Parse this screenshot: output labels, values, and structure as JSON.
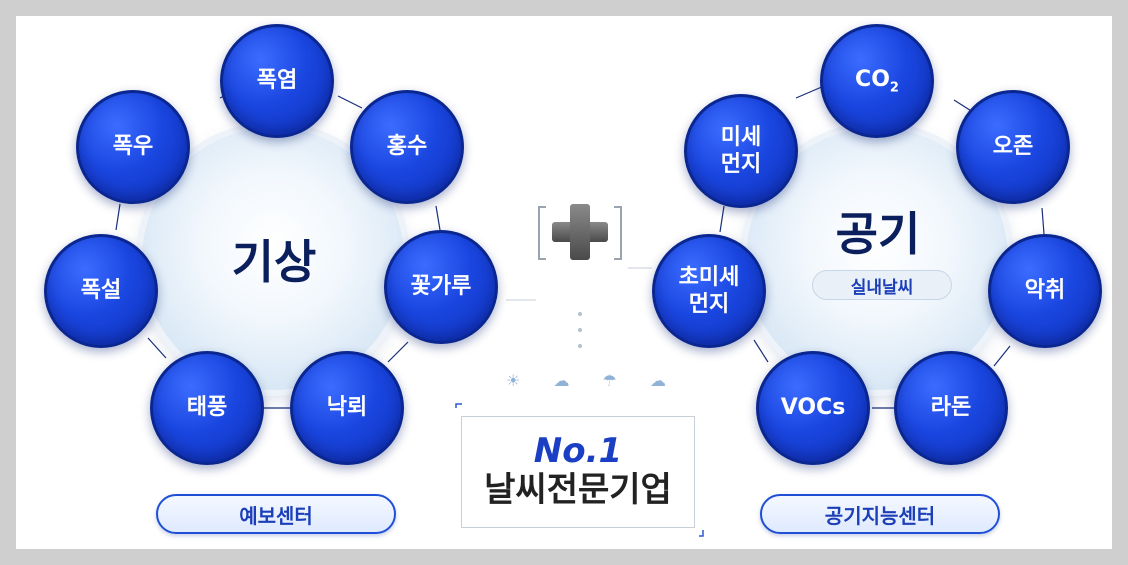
{
  "left": {
    "title": "기상",
    "nodes": [
      "폭염",
      "홍수",
      "꽃가루",
      "낙뢰",
      "태풍",
      "폭설",
      "폭우"
    ],
    "center_label": "예보센터"
  },
  "right": {
    "title": "공기",
    "subtitle": "실내날씨",
    "co2_main": "CO",
    "co2_sub": "2",
    "nodes_line1": [
      "오존",
      "악취",
      "라돈",
      "VOCs"
    ],
    "fine_dust": [
      "미세",
      "먼지"
    ],
    "ultra_fine_dust": [
      "초미세",
      "먼지"
    ],
    "center_label": "공기지능센터"
  },
  "badge": {
    "rank": "No.1",
    "text": "날씨전문기업"
  },
  "colors": {
    "node_blue": "#1a46e0",
    "accent_blue": "#1a3fc4",
    "title_navy": "#0b1f5c"
  },
  "icons": [
    "sun-icon",
    "cloud-icon",
    "umbrella-icon",
    "cloud-rain-icon"
  ]
}
